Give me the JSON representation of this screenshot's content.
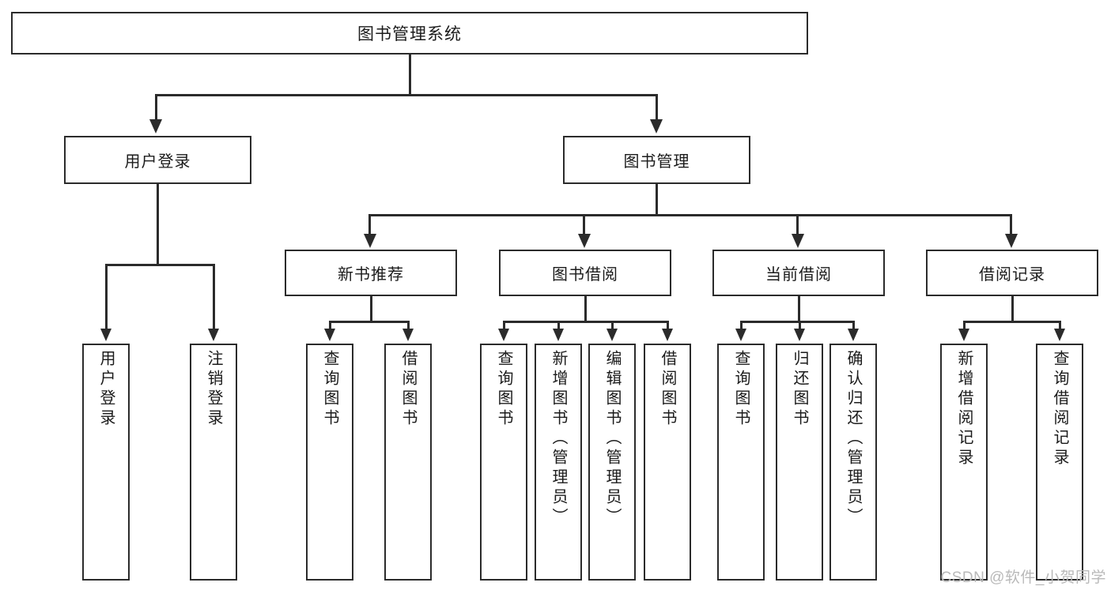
{
  "diagram": {
    "type": "tree",
    "title": "图书管理系统",
    "root": {
      "id": "root",
      "label": "图书管理系统"
    },
    "level2": [
      {
        "id": "user-login",
        "label": "用户登录"
      },
      {
        "id": "book-management",
        "label": "图书管理"
      }
    ],
    "level3": [
      {
        "id": "new-book-recommend",
        "label": "新书推荐",
        "parent": "book-management"
      },
      {
        "id": "book-borrow",
        "label": "图书借阅",
        "parent": "book-management"
      },
      {
        "id": "current-borrow",
        "label": "当前借阅",
        "parent": "book-management"
      },
      {
        "id": "borrow-record",
        "label": "借阅记录",
        "parent": "book-management"
      }
    ],
    "leaves": [
      {
        "id": "leaf-user-login",
        "label": "用户登录",
        "parent": "user-login"
      },
      {
        "id": "leaf-user-logout",
        "label": "注销登录",
        "parent": "user-login"
      },
      {
        "id": "leaf-query-book-1",
        "label": "查询图书",
        "parent": "new-book-recommend"
      },
      {
        "id": "leaf-borrow-book-1",
        "label": "借阅图书",
        "parent": "new-book-recommend"
      },
      {
        "id": "leaf-query-book-2",
        "label": "查询图书",
        "parent": "book-borrow"
      },
      {
        "id": "leaf-add-book",
        "label": "新增图书（管理员）",
        "parent": "book-borrow"
      },
      {
        "id": "leaf-edit-book",
        "label": "编辑图书（管理员）",
        "parent": "book-borrow"
      },
      {
        "id": "leaf-borrow-book-2",
        "label": "借阅图书",
        "parent": "book-borrow"
      },
      {
        "id": "leaf-query-book-3",
        "label": "查询图书",
        "parent": "current-borrow"
      },
      {
        "id": "leaf-return-book",
        "label": "归还图书",
        "parent": "current-borrow"
      },
      {
        "id": "leaf-confirm-return",
        "label": "确认归还（管理员）",
        "parent": "current-borrow"
      },
      {
        "id": "leaf-add-record",
        "label": "新增借阅记录",
        "parent": "borrow-record"
      },
      {
        "id": "leaf-query-record",
        "label": "查询借阅记录",
        "parent": "borrow-record"
      }
    ]
  },
  "watermark": {
    "text": "CSDN @软件_小贺同学"
  },
  "colors": {
    "stroke": "#2b2b2b",
    "fill": "#ffffff",
    "text": "#1b1b1b",
    "watermark": "#b9b9b9"
  }
}
